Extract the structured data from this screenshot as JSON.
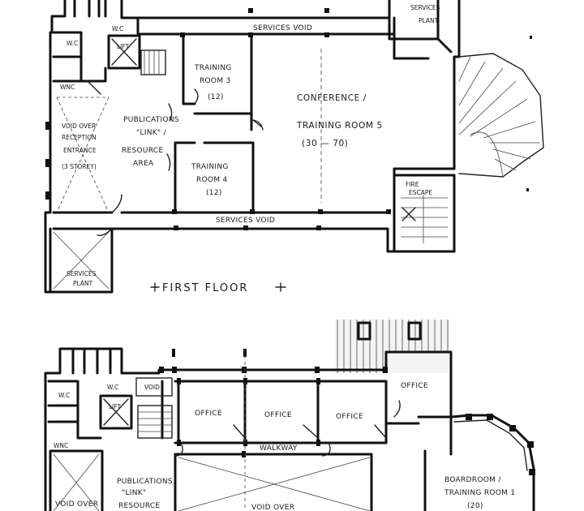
{
  "first_floor": {
    "title": "FIRST FLOOR",
    "rooms": {
      "services_plant_top": [
        "SERVICES",
        "PLANT"
      ],
      "services_void_top": "SERVICES VOID",
      "wc_a": "W.C",
      "wc_b": "W.C",
      "wc_c": "WNC",
      "lift": "LIFT",
      "training_room_3": [
        "TRAINING",
        "ROOM 3",
        "(12)"
      ],
      "conference": [
        "CONFERENCE /",
        "TRAINING ROOM 5",
        "(30 — 70)"
      ],
      "publications": [
        "PUBLICATIONS",
        "\"LINK\" /",
        "RESOURCE",
        "AREA"
      ],
      "void_reception": [
        "VOID OVER",
        "RECEPTION",
        "ENTRANCE",
        "(3 STOREY)"
      ],
      "training_room_4": [
        "TRAINING",
        "ROOM 4",
        "(12)"
      ],
      "fire_escape": [
        "FIRE",
        "ESCAPE"
      ],
      "services_void_bottom": "SERVICES VOID",
      "services_plant_bottom": [
        "SERVICES",
        "PLANT"
      ]
    }
  },
  "ground_floor": {
    "rooms": {
      "wc_a": "W.C",
      "wc_b": "W.C",
      "wc_c": "WNC",
      "lift": "LIFT",
      "void_small": "VOID",
      "office_1": "OFFICE",
      "office_2": "OFFICE",
      "office_3": "OFFICE",
      "office_4": "OFFICE",
      "walkway": "WALKWAY",
      "publications": [
        "PUBLICATIONS",
        "\"LINK\"",
        "RESOURCE"
      ],
      "void_over_left": "VOID OVER",
      "void_over_mid": "VOID OVER",
      "boardroom": [
        "BOARDROOM /",
        "TRAINING ROOM 1",
        "(20)"
      ]
    }
  }
}
